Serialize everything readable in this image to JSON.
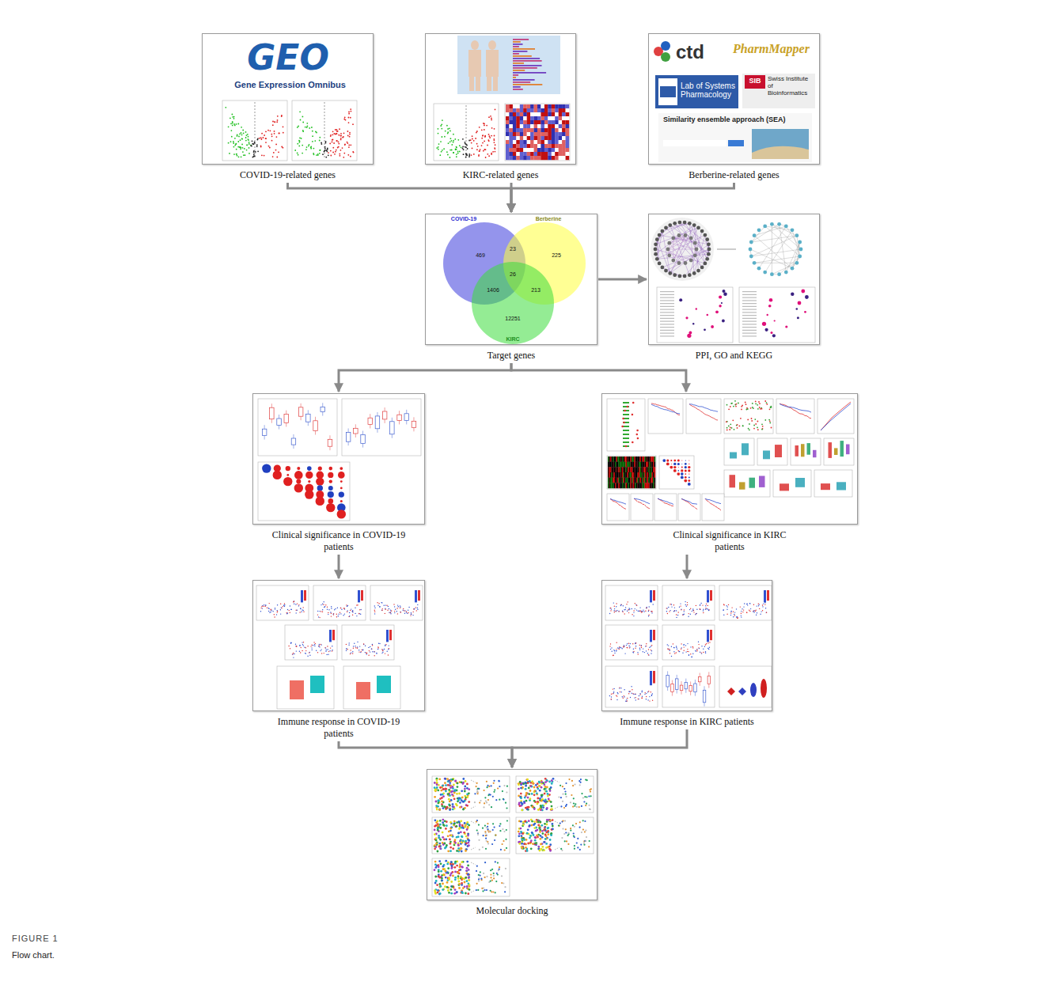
{
  "diagram": {
    "title": "FIGURE 1",
    "caption": "Flow chart.",
    "nodes": [
      {
        "text": [
          "COVID-19-related genes"
        ]
      },
      {
        "text": [
          "KIRC-related genes"
        ]
      },
      {
        "text": [
          "Berberine-related genes"
        ]
      },
      {
        "text": [
          "Target genes"
        ]
      },
      {
        "text": [
          "PPI, GO and KEGG"
        ]
      },
      {
        "text": [
          "Clinical significance in COVID-19 patients"
        ]
      },
      {
        "text": [
          "Clinical significance in KIRC patients"
        ]
      },
      {
        "text": [
          "Immune response in COVID-19 patients"
        ]
      },
      {
        "text": [
          "Immune response in KIRC patients"
        ]
      },
      {
        "text": [
          "Molecular docking"
        ]
      }
    ],
    "edges": [
      {
        "from": 0,
        "to": 3,
        "arrow": "to"
      },
      {
        "from": 1,
        "to": 3,
        "arrow": "to"
      },
      {
        "from": 2,
        "to": 3,
        "arrow": "to"
      },
      {
        "from": 3,
        "to": 4,
        "arrow": "to"
      },
      {
        "from": 3,
        "to": 5,
        "arrow": "to"
      },
      {
        "from": 3,
        "to": 6,
        "arrow": "to"
      },
      {
        "from": 5,
        "to": 7,
        "arrow": "to"
      },
      {
        "from": 6,
        "to": 8,
        "arrow": "to"
      },
      {
        "from": 7,
        "to": 9,
        "arrow": "to"
      },
      {
        "from": 8,
        "to": 9,
        "arrow": "to"
      }
    ],
    "labels": [
      "GEO",
      "Gene Expression Omnibus",
      "ctd",
      "PharmMapper",
      "Lab of Systems Pharmacology",
      "SIB",
      "Swiss Institute of Bioinformatics",
      "Similarity ensemble approach (SEA)",
      "COVID-19",
      "Berberine",
      "KIRC",
      "469",
      "23",
      "225",
      "1406",
      "26",
      "213",
      "12251"
    ]
  }
}
